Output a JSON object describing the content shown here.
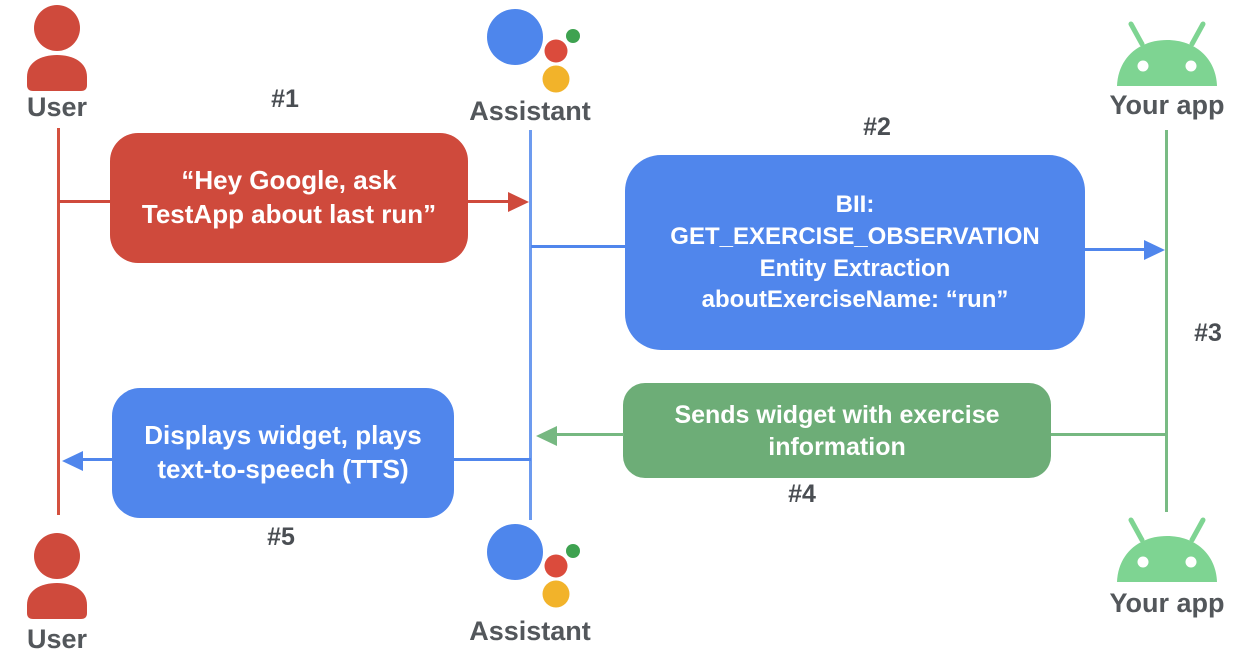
{
  "diagram": {
    "actors": {
      "user_top": "User",
      "assistant_top": "Assistant",
      "app_top": "Your app",
      "user_bottom": "User",
      "assistant_bottom": "Assistant",
      "app_bottom": "Your app"
    },
    "steps": {
      "s1": "#1",
      "s2": "#2",
      "s3": "#3",
      "s4": "#4",
      "s5": "#5"
    },
    "messages": {
      "m1": "“Hey Google, ask\nTestApp about last run”",
      "m2": "BII:\nGET_EXERCISE_OBSERVATION\nEntity Extraction\naboutExerciseName: “run”",
      "m4": "Sends widget with exercise\ninformation",
      "m5": "Displays widget, plays\ntext-to-speech (TTS)"
    },
    "icons": {
      "user": "person-icon",
      "assistant": "google-assistant-logo",
      "app": "android-robot-icon"
    },
    "colors": {
      "red": "#CF4A3C",
      "blue": "#5086EC",
      "green_box": "#6DAD77",
      "green_line": "#76B881",
      "android_green": "#7ED492",
      "assistant_blue": "#4E86EC",
      "assistant_red": "#DB4B3C",
      "assistant_yellow": "#F2B32A",
      "assistant_green": "#3EA250",
      "label_gray": "#53575B"
    }
  }
}
